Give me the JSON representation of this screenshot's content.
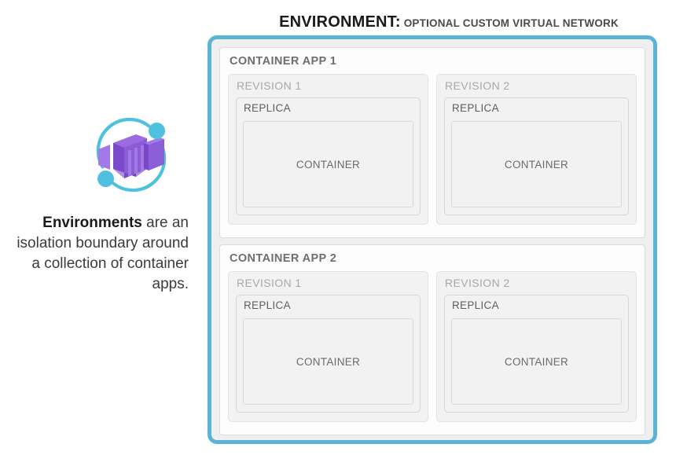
{
  "diagram": {
    "caption": {
      "strong": "Environments",
      "rest": " are an isolation boundary around a collection of container apps."
    },
    "logo": {
      "name": "azure-container-apps-logo",
      "purple_dark": "#7a45c9",
      "purple_mid": "#8a5cd6",
      "purple_light": "#a67fe8",
      "accent_cyan": "#4fc0dd"
    },
    "environment": {
      "title_main": "ENVIRONMENT:",
      "title_sub": "OPTIONAL CUSTOM VIRTUAL NETWORK",
      "border_color": "#5bb4d5",
      "container_apps": [
        {
          "label": "CONTAINER APP 1",
          "revisions": [
            {
              "label": "REVISION 1",
              "replica": {
                "label": "REPLICA",
                "container": {
                  "label": "CONTAINER"
                }
              }
            },
            {
              "label": "REVISION 2",
              "replica": {
                "label": "REPLICA",
                "container": {
                  "label": "CONTAINER"
                }
              }
            }
          ]
        },
        {
          "label": "CONTAINER APP 2",
          "revisions": [
            {
              "label": "REVISION 1",
              "replica": {
                "label": "REPLICA",
                "container": {
                  "label": "CONTAINER"
                }
              }
            },
            {
              "label": "REVISION 2",
              "replica": {
                "label": "REPLICA",
                "container": {
                  "label": "CONTAINER"
                }
              }
            }
          ]
        }
      ]
    }
  }
}
